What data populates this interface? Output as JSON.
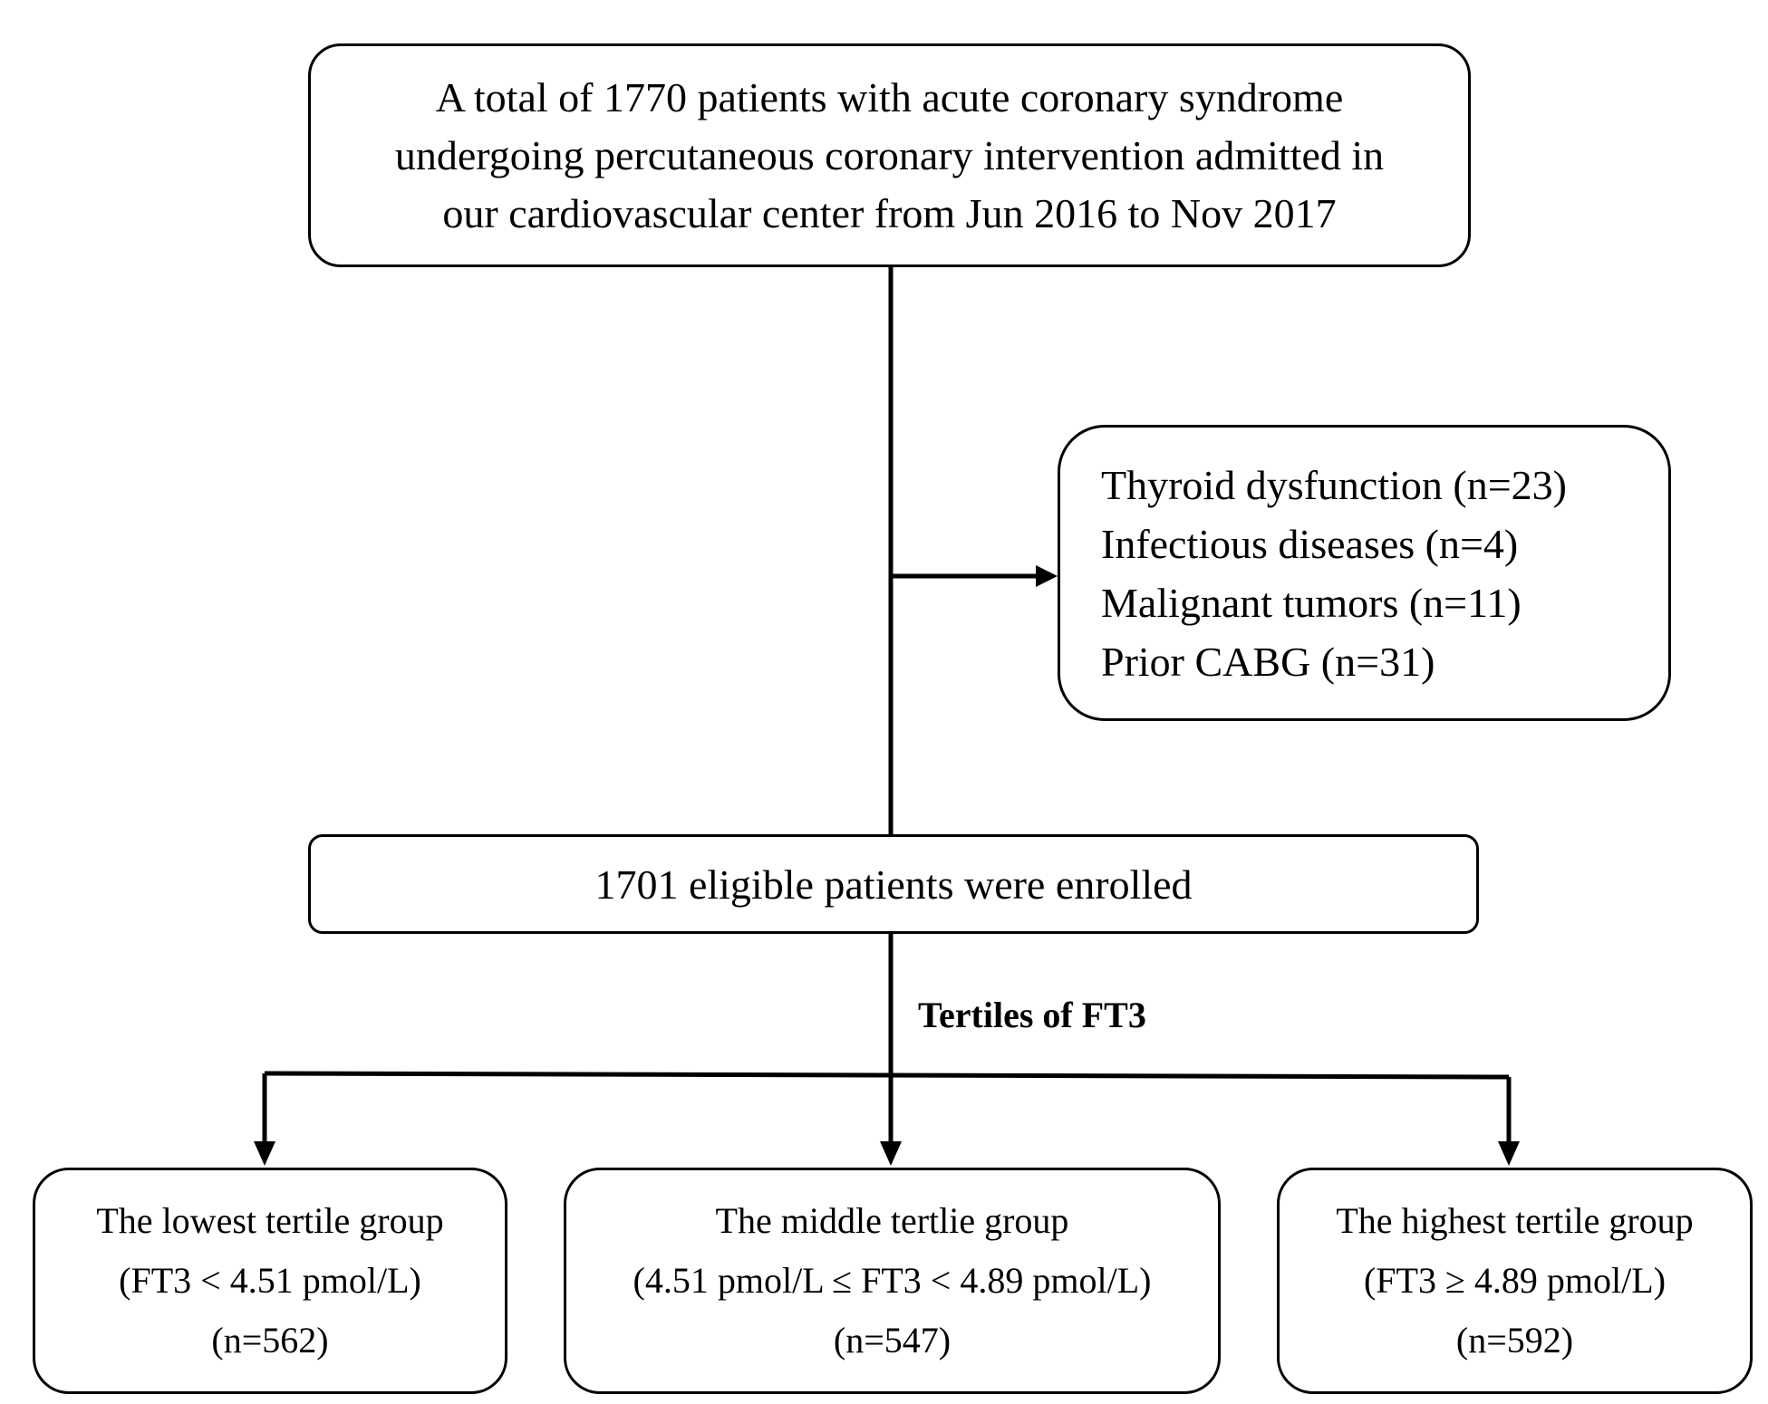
{
  "top_box": {
    "lines": [
      "A total of 1770 patients with acute coronary syndrome",
      "undergoing percutaneous coronary intervention admitted in",
      "our cardiovascular center from Jun 2016 to Nov 2017"
    ]
  },
  "exclusion_box": {
    "lines": [
      "Thyroid dysfunction (n=23)",
      "Infectious diseases (n=4)",
      "Malignant tumors (n=11)",
      "Prior CABG (n=31)"
    ]
  },
  "enrolled_box": {
    "text": "1701 eligible patients were enrolled"
  },
  "split_label": "Tertiles of FT3",
  "groups": [
    {
      "title": "The lowest tertile group",
      "criterion": "(FT3 < 4.51 pmol/L)",
      "n": "(n=562)"
    },
    {
      "title": "The middle tertlie group",
      "criterion": "(4.51 pmol/L ≤ FT3 < 4.89 pmol/L)",
      "n": "(n=547)"
    },
    {
      "title": "The highest tertile group",
      "criterion": "(FT3 ≥ 4.89 pmol/L)",
      "n": "(n=592)"
    }
  ]
}
